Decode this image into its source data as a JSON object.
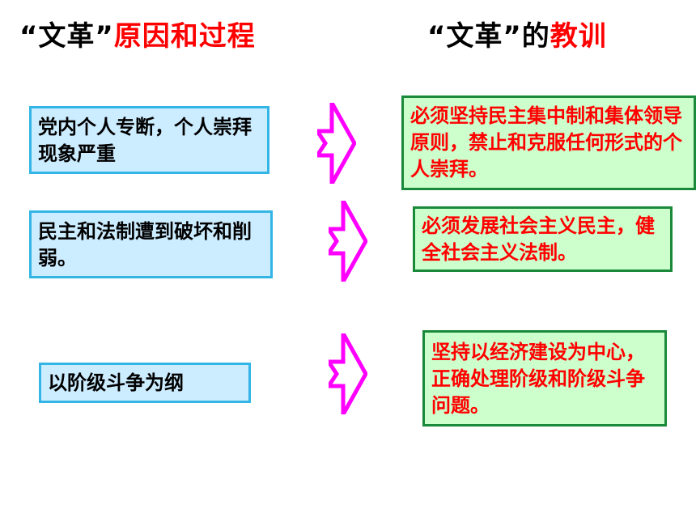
{
  "titles": {
    "left": {
      "prefix": "“文革”",
      "highlight": "原因和过程"
    },
    "right": {
      "prefix": "“文革”的",
      "highlight": "教训"
    }
  },
  "causes": [
    "党内个人专断，个人崇拜现象严重",
    "民主和法制遭到破坏和削弱。",
    "以阶级斗争为纲"
  ],
  "lessons": [
    "必须坚持民主集中制和集体领导原则，禁止和克服任何形式的个人崇拜。",
    "必须发展社会主义民主，健全社会主义法制。",
    "坚持以经济建设为中心，正确处理阶级和阶级斗争问题。"
  ],
  "colors": {
    "accent_red": "#ff0000",
    "cause_fill": "#ccecff",
    "cause_border": "#33b5e5",
    "lesson_fill": "#ccffcc",
    "lesson_border": "#1a8a3a",
    "arrow_magenta": "#ff00ff"
  },
  "icons": {
    "arrow": "notched-right-arrow-icon"
  }
}
